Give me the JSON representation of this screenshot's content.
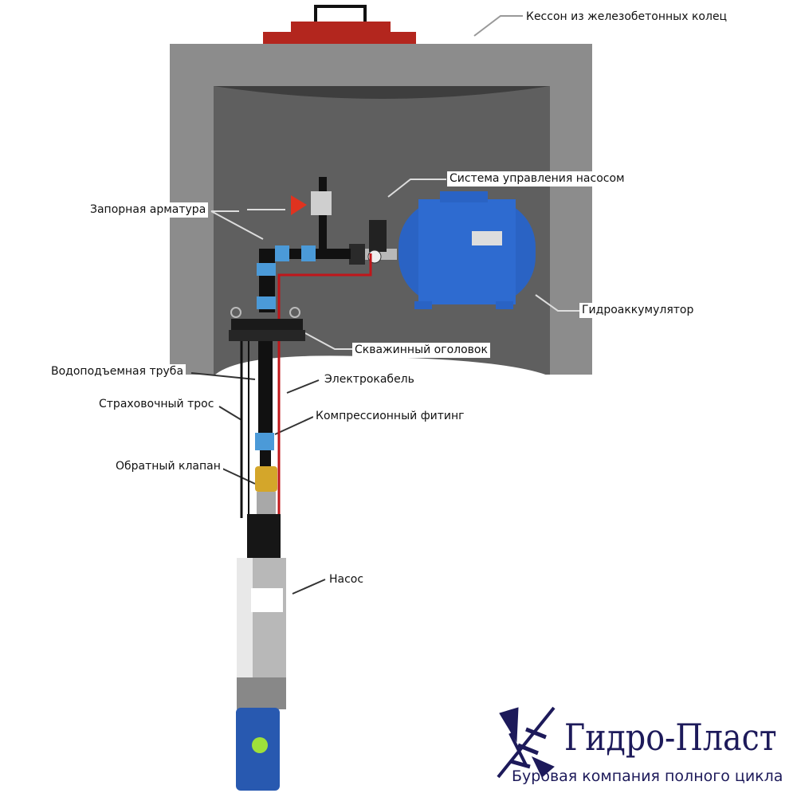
{
  "labels": {
    "caisson": "Кессон из железобетонных колец",
    "control": "Система управления насосом",
    "valves": "Запорная арматура",
    "accumulator": "Гидроаккумулятор",
    "wellhead": "Скважинный оголовок",
    "riser_pipe": "Водоподъемная труба",
    "cable": "Электрокабель",
    "safety_rope": "Страховочный трос",
    "fitting": "Компрессионный фитинг",
    "check_valve": "Обратный клапан",
    "pump": "Насос"
  },
  "logo": {
    "name": "Гидро-Пласт",
    "tagline": "Буровая компания полного цикла",
    "color": "#1d1a5a"
  },
  "colors": {
    "concrete": "#8c8c8c",
    "inner": "#606060",
    "lid": "#b3261e",
    "tank": "#2a63c4",
    "cable": "#c0161a"
  }
}
